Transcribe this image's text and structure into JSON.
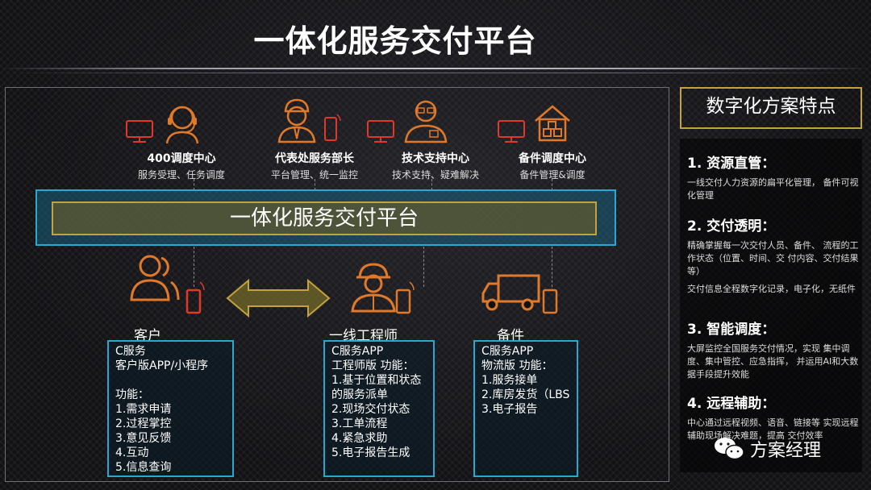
{
  "title": "一体化服务交付平台",
  "colors": {
    "orange": "#e07a2a",
    "red": "#e0392a",
    "blue": "#2aa8d4",
    "gold": "#c6a23a"
  },
  "roles": [
    {
      "title": "400调度中心",
      "sub": "服务受理、任务调度",
      "icon": "headset-agent-icon"
    },
    {
      "title": "代表处服务部长",
      "sub": "平台管理、统一监控",
      "icon": "manager-icon"
    },
    {
      "title": "技术支持中心",
      "sub": "技术支持、疑难解决",
      "icon": "tech-support-icon"
    },
    {
      "title": "备件调度中心",
      "sub": "备件管理&调度",
      "icon": "warehouse-icon"
    }
  ],
  "platform": "一体化服务交付平台",
  "entities": [
    {
      "label": "客户",
      "icon": "users-icon",
      "lines": [
        "C服务",
        "客户版APP/小程序",
        "",
        "功能：",
        "1.需求申请",
        "2.过程掌控",
        "3.意见反馈",
        "4.互动",
        "5.信息查询"
      ]
    },
    {
      "label": "一线工程师",
      "icon": "engineer-icon",
      "lines": [
        "C服务APP",
        "工程师版 功能：",
        "1.基于位置和状态",
        "的服务派单",
        "2.现场交付状态",
        "3.工单流程",
        "4.紧急求助",
        "5.电子报告生成"
      ]
    },
    {
      "label": "备件",
      "icon": "truck-icon",
      "lines": [
        "C服务APP",
        "物流版 功能：",
        "1.服务接单",
        "2.库房发货（LBS",
        "3.电子报告"
      ]
    }
  ],
  "panel": {
    "title": "数字化方案特点",
    "sections": [
      {
        "h": "1. 资源直管：",
        "p": [
          "一线交付人力资源的扁平化管理， 备件可视化管理"
        ]
      },
      {
        "h": "2. 交付透明：",
        "p": [
          "精确掌握每一次交付人员、备件、 流程的工作状态（位置、时间、交 付内容、交付结果等）",
          "交付信息全程数字化记录，电子化，无纸件"
        ]
      },
      {
        "h": "3. 智能调度：",
        "p": [
          "大屏监控全国服务交付情况，实现 集中调度、集中管控、应急指挥， 并运用AI和大数据手段提升效能"
        ]
      },
      {
        "h": "4. 远程辅助：",
        "p": [
          "中心通过远程视频、语音、链接等 实现远程辅助现场解决难题，提高 交付效率"
        ]
      }
    ]
  },
  "watermark": "方案经理"
}
